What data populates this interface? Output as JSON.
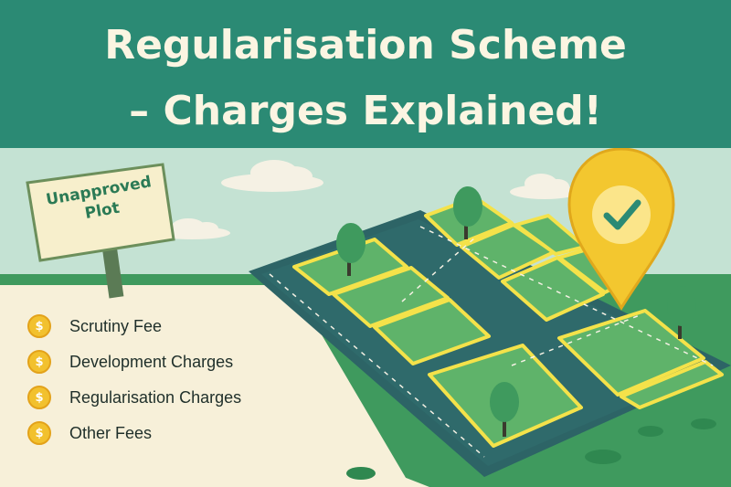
{
  "header": {
    "title_line1": "Regularisation Scheme",
    "title_line2": "– Charges Explained!"
  },
  "sign": {
    "label": "Unapproved Plot"
  },
  "fees": {
    "items": [
      {
        "label": "Scrutiny Fee",
        "icon": "rupee-coin-icon"
      },
      {
        "label": "Development Charges",
        "icon": "rupee-coin-icon"
      },
      {
        "label": "Regularisation Charges",
        "icon": "rupee-coin-icon"
      },
      {
        "label": "Other Fees",
        "icon": "rupee-coin-icon"
      }
    ],
    "coin_glyph": "$"
  },
  "colors": {
    "banner": "#2b8a74",
    "title_text": "#fbf5e2",
    "sky": "#c4e2d3",
    "ground": "#f7f0d9",
    "grass": "#3f9a5e",
    "road": "#2d6466",
    "plot_border": "#f4e24a",
    "pin": "#f3c72f",
    "check": "#2b8a74"
  }
}
